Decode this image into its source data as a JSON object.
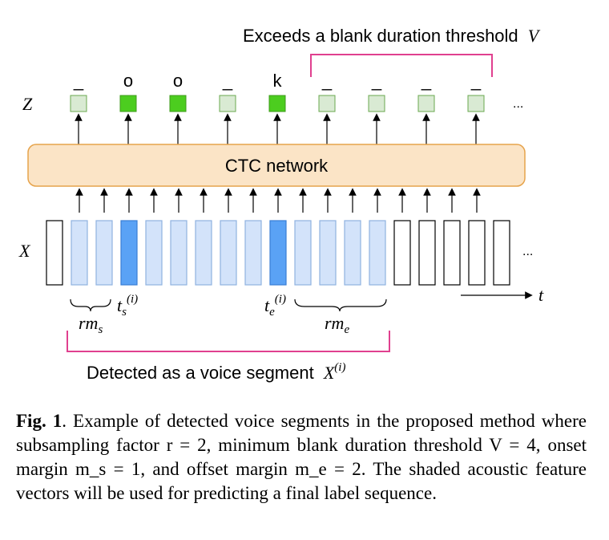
{
  "figure": {
    "top_annotation": "Exceeds a blank duration threshold",
    "top_annotation_var": "V",
    "z_label": "Z",
    "x_label": "X",
    "network_label": "CTC network",
    "ellipsis": "...",
    "time_label": "t",
    "z_tokens": [
      "_",
      "o",
      "o",
      "_",
      "k",
      "_",
      "_",
      "_",
      "_"
    ],
    "ts_label": "t",
    "ts_sub": "s",
    "ts_sup": "(i)",
    "te_label": "t",
    "te_sub": "e",
    "te_sup": "(i)",
    "rms_label": "rm",
    "rms_sub": "s",
    "rme_label": "rm",
    "rme_sub": "e",
    "bottom_annotation": "Detected as a voice segment",
    "bottom_annotation_var": "X",
    "bottom_annotation_sup": "(i)",
    "colors": {
      "z_blank": "#d9ead3",
      "z_blank_border": "#6aa84f",
      "z_label_fill": "#4ccd1f",
      "net_fill": "#fbe4c6",
      "net_border": "#e6a34b",
      "x_light": "#d3e3fa",
      "x_light_border": "#8fb2e0",
      "x_dark": "#5aa2f5",
      "x_dark_border": "#3a7fd5",
      "bracket": "#e0408f"
    }
  },
  "caption": {
    "fig_label": "Fig. 1",
    "text": ". Example of detected voice segments in the proposed method where subsampling factor r = 2, minimum blank duration threshold V = 4, onset margin m_s = 1, and offset margin m_e = 2. The shaded acoustic feature vectors will be used for predicting a final label sequence."
  }
}
